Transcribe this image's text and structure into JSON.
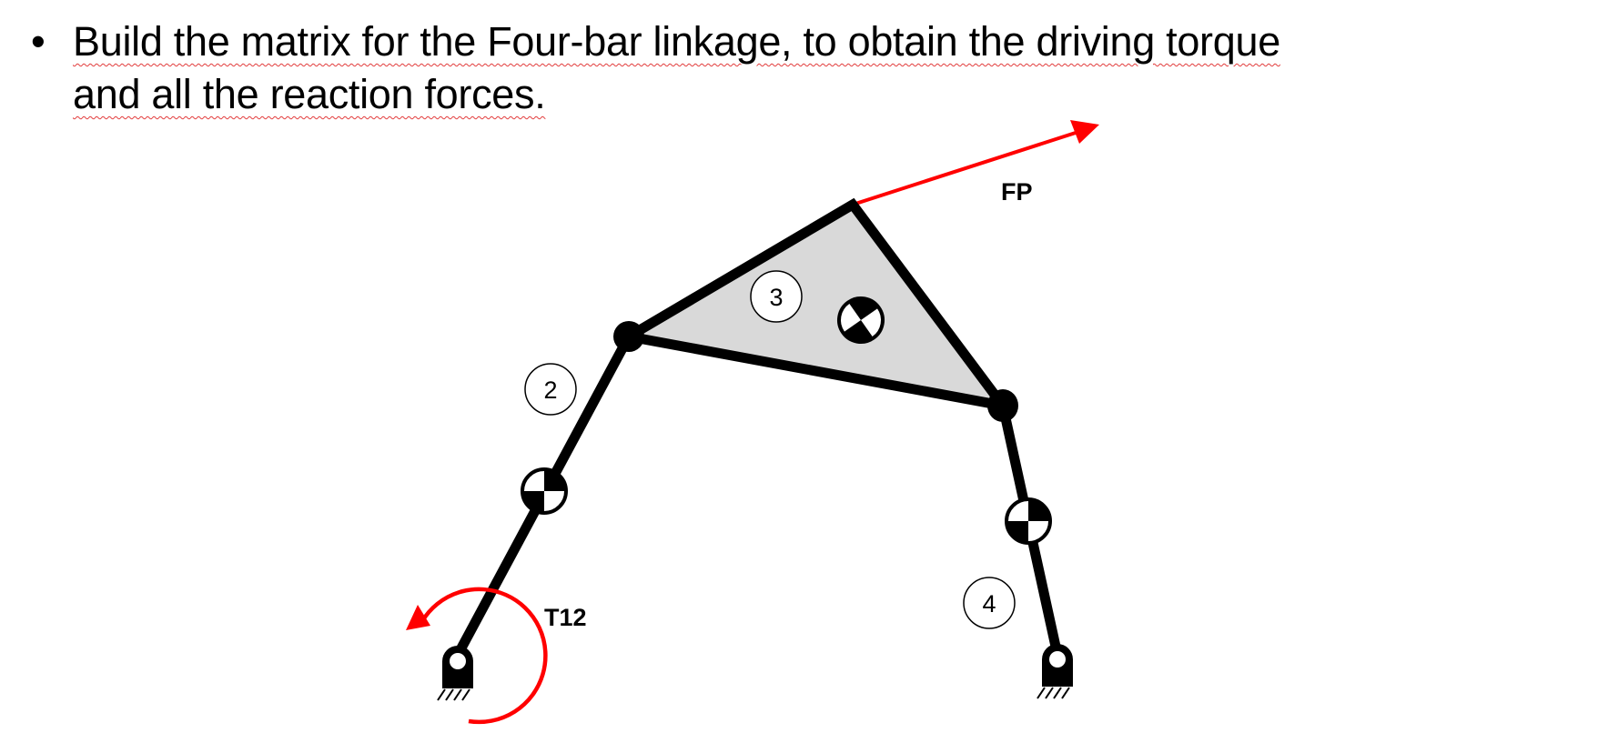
{
  "slide": {
    "bullet_symbol": "•",
    "text_line_1": "Build the matrix for the Four-bar linkage, to obtain the driving torque",
    "text_line_2": "and all the reaction forces."
  },
  "diagram": {
    "link_labels": [
      "2",
      "3",
      "4"
    ],
    "force_label": "FP",
    "torque_label": "T12",
    "colors": {
      "link": "#000000",
      "coupler_fill": "#d9d9d9",
      "force_arrow": "#ff0000",
      "torque_arrow": "#ff0000"
    },
    "icons": [
      "center-of-mass-icon",
      "ground-pivot-icon",
      "pin-joint-icon"
    ]
  }
}
